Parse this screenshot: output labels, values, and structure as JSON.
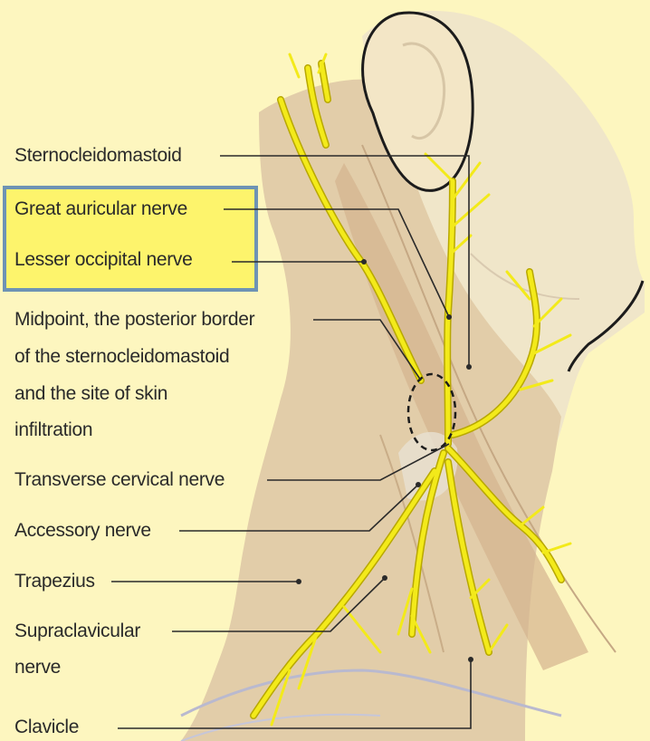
{
  "labels": {
    "sternocleidomastoid": "Sternocleidomastoid",
    "great_auricular_nerve": "Great auricular nerve",
    "lesser_occipital_nerve": "Lesser occipital nerve",
    "midpoint_line1": "Midpoint, the posterior border",
    "midpoint_line2": "of the sternocleidomastoid",
    "midpoint_line3": "and the site of skin",
    "midpoint_line4": "infiltration",
    "transverse_cervical_nerve": "Transverse cervical nerve",
    "accessory_nerve": "Accessory nerve",
    "trapezius": "Trapezius",
    "supraclavicular_line1": "Supraclavicular",
    "supraclavicular_line2": "nerve",
    "clavicle": "Clavicle"
  },
  "colors": {
    "background": "#fdf6bf",
    "highlight_fill": "#fdf46c",
    "highlight_border": "#6e93b4",
    "skin": "#e2cda9",
    "muscle": "#d4b48e",
    "nerve": "#f3ea1a",
    "nerve_outline": "#b8a800",
    "leader_line": "#2a2a2a"
  }
}
